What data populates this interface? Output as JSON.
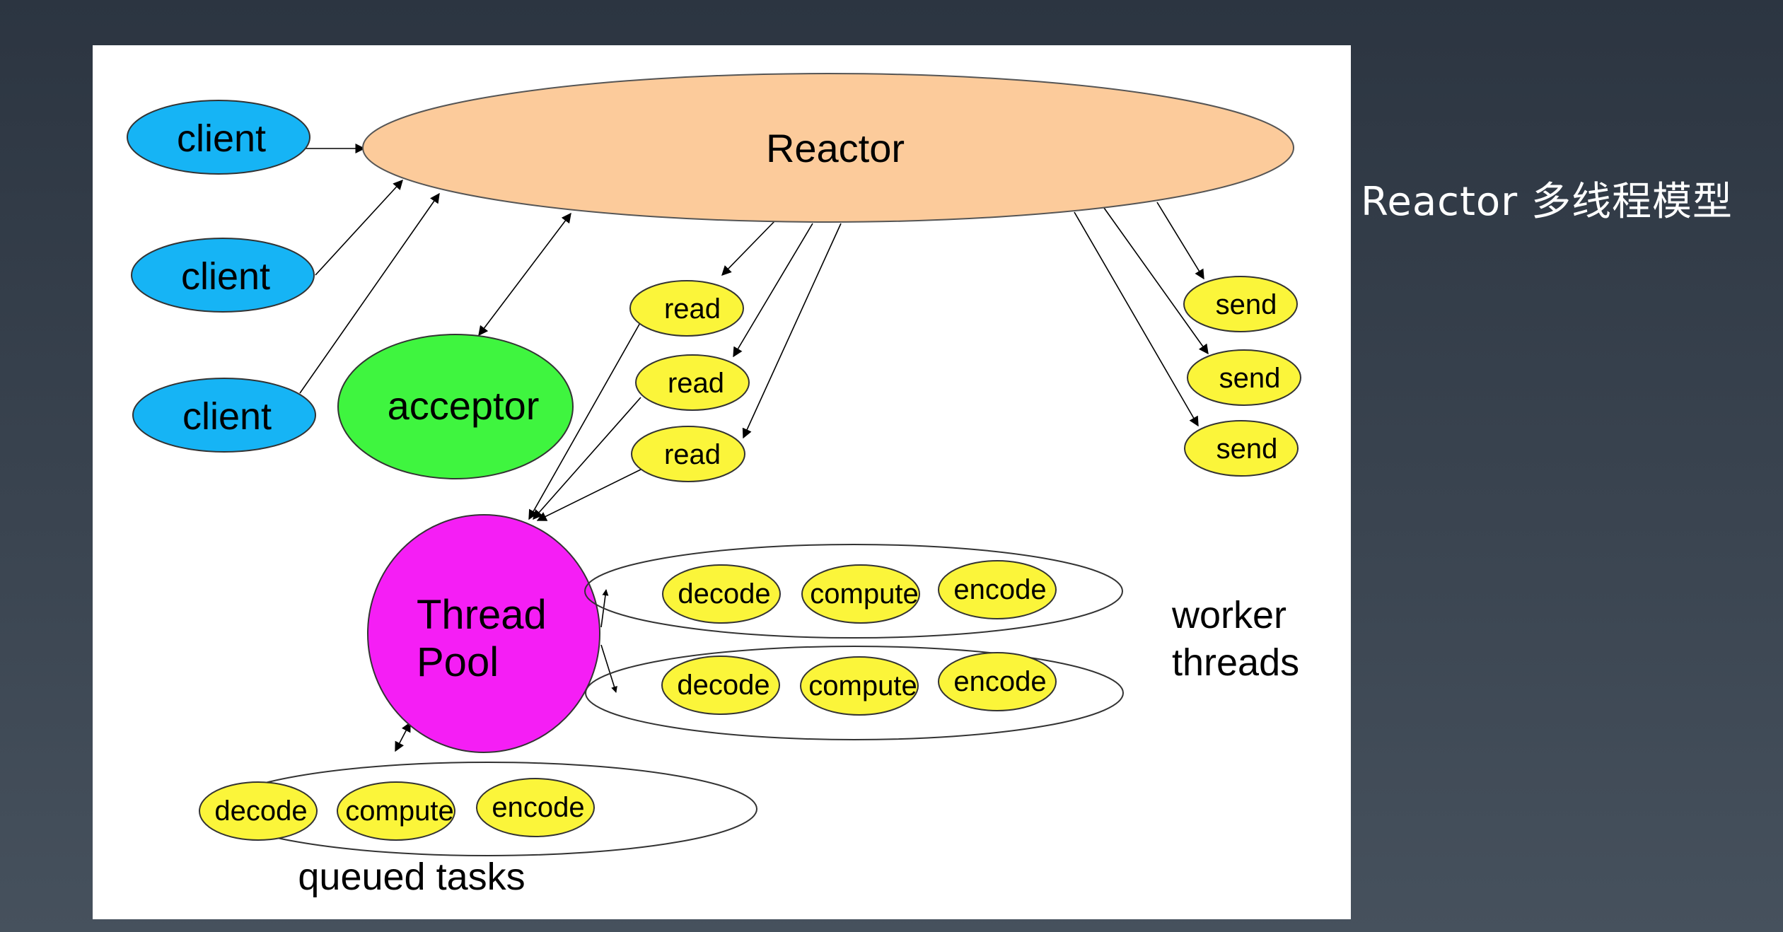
{
  "slide": {
    "title": "Reactor 多线程模型",
    "background_color": "#333c48",
    "title_color": "#ffffff"
  },
  "diagram": {
    "reactor": {
      "label": "Reactor",
      "color": "#fccb9b"
    },
    "clients": [
      {
        "label": "client"
      },
      {
        "label": "client"
      },
      {
        "label": "client"
      }
    ],
    "client_color": "#16b4f5",
    "acceptor": {
      "label": "acceptor",
      "color": "#3ff53f"
    },
    "reads": [
      {
        "label": "read"
      },
      {
        "label": "read"
      },
      {
        "label": "read"
      }
    ],
    "sends": [
      {
        "label": "send"
      },
      {
        "label": "send"
      },
      {
        "label": "send"
      }
    ],
    "task_color": "#fbf53a",
    "thread_pool": {
      "line1": "Thread",
      "line2": "Pool",
      "color": "#f51ef5"
    },
    "worker_rows": [
      {
        "tasks": [
          "decode",
          "compute",
          "encode"
        ]
      },
      {
        "tasks": [
          "decode",
          "compute",
          "encode"
        ]
      }
    ],
    "worker_label": {
      "line1": "worker",
      "line2": "threads"
    },
    "queued_row": {
      "tasks": [
        "decode",
        "compute",
        "encode"
      ]
    },
    "queued_label": "queued tasks"
  }
}
